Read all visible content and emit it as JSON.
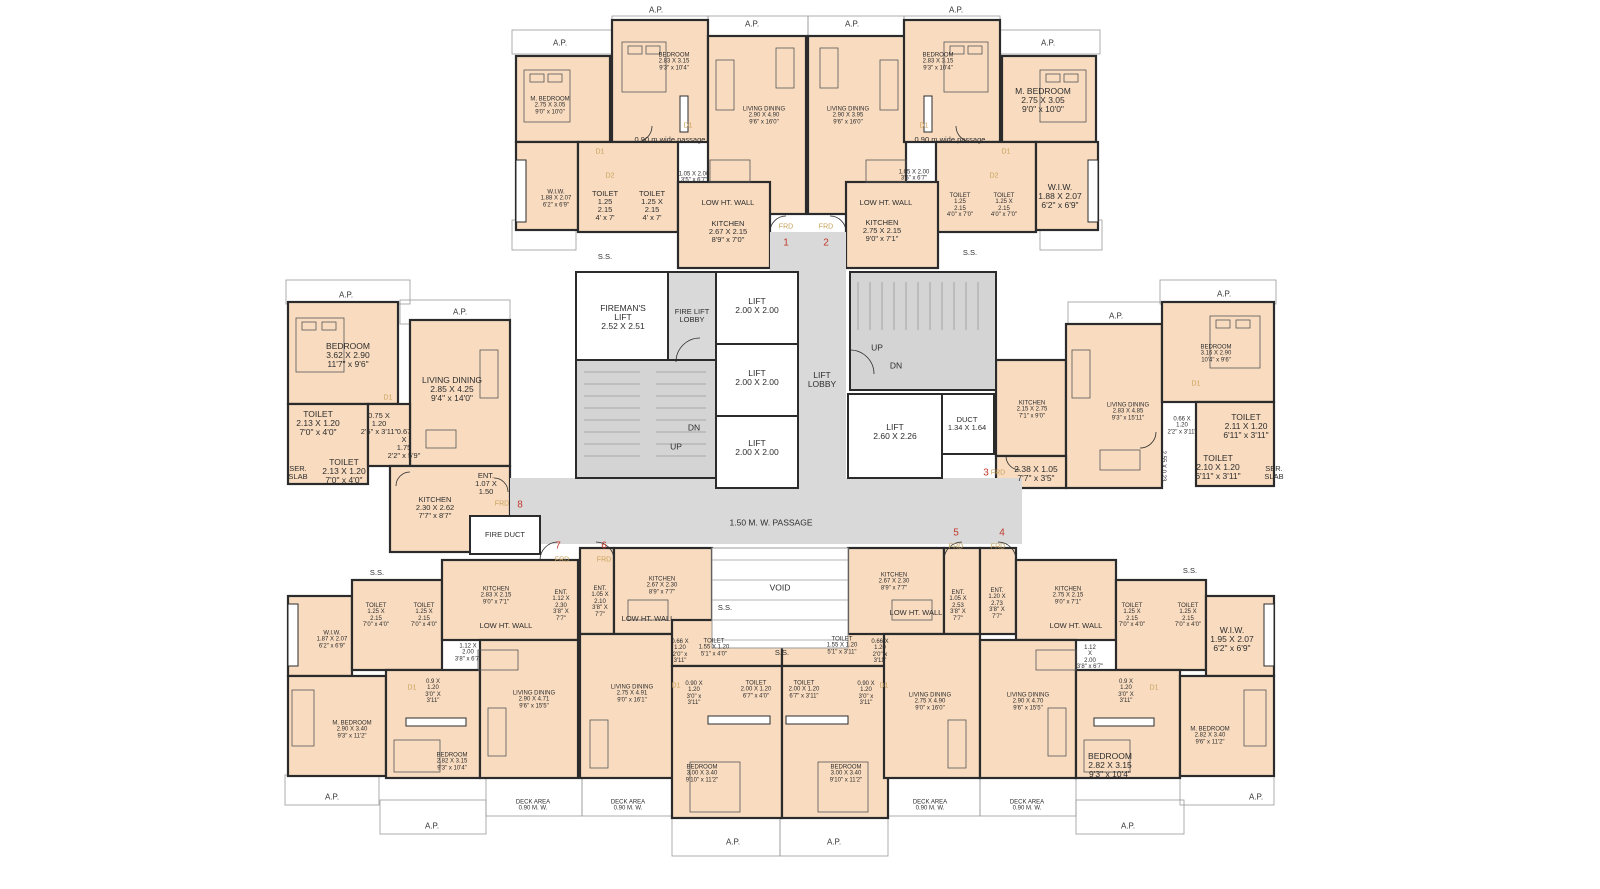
{
  "colors": {
    "unit_fill": "#f9dcc0",
    "core_fill": "#d9d9d9",
    "wall": "#2b2b2b",
    "door_label": "#c8a15a",
    "entry_number": "#c0392b"
  },
  "core": {
    "fireman_lift": "FIREMAN'S\nLIFT\n2.52 X 2.51",
    "fire_lift_lobby": "FIRE LIFT\nLOBBY",
    "lift_a": "LIFT\n2.00 X 2.00",
    "lift_b": "LIFT\n2.00 X 2.00",
    "lift_c": "LIFT\n2.00 X 2.00",
    "lift_d": "LIFT\n2.60 X 2.26",
    "lift_lobby": "LIFT\nLOBBY",
    "duct": "DUCT\n1.34 X 1.64",
    "passage": "1.50 M. W. PASSAGE",
    "fire_duct": "FIRE DUCT",
    "void": "VOID",
    "up": "UP",
    "dn": "DN"
  },
  "entries": [
    "1",
    "2",
    "3",
    "4",
    "5",
    "6",
    "7",
    "8"
  ],
  "door_tags": {
    "frd": "FRD",
    "d1": "D1",
    "d2": "D2"
  },
  "common": {
    "ap": "A.P.",
    "ss": "S.S.",
    "ser_slab": "SER.\nSLAB",
    "deck_area": "DECK AREA\n0.90 M. W.",
    "passage_090": "0.90 m wide passage",
    "low_ht_wall": "LOW HT. WALL"
  },
  "rooms": {
    "t1_bedroom": "BEDROOM\n2.83 X 3.15\n9'3\" x 10'4\"",
    "t1_mbedroom": "M. BEDROOM\n2.75 X 3.05\n9'0\" x 10'0\"",
    "t1_living": "LIVING DINING\n2.90 X 4.90\n9'6\" x 16'0\"",
    "t1_wiw": "W.I.W.\n1.88 X 2.07\n6'2\" x 6'9\"",
    "t1_toilet1": "TOILET\n1.25\n2.15\n4' x 7'",
    "t1_toilet2": "TOILET\n1.25 X\n2.15\n4' x 7'",
    "t1_dim": "1.05 X 2.00\n3'5\" x 6'7\"",
    "t1_kitchen": "KITCHEN\n2.67 X 2.15\n8'9\" x 7'0\"",
    "t2_bedroom": "BEDROOM\n2.83 X 3.15\n9'3\" x 10'4\"",
    "t2_mbedroom": "M. BEDROOM\n2.75 X 3.05\n9'0\" x 10'0\"",
    "t2_living": "LIVING DINING\n2.90 X 3.95\n9'6\" x 16'0\"",
    "t2_wiw": "W.I.W.\n1.88 X 2.07\n6'2\" x 6'9\"",
    "t2_toilet1": "TOILET\n1.25\n2.15\n4'0\" x 7'0\"",
    "t2_toilet2": "TOILET\n1.25 X\n2.15\n4'0\" x 7'0\"",
    "t2_dim": "1.05 X 2.00\n3'5\" x 6'7\"",
    "t2_kitchen": "KITCHEN\n2.75 X 2.15\n9'0\" x 7'1\"",
    "w_bedroom": "BEDROOM\n3.62 X 2.90\n11'7\" x 9'6\"",
    "w_living": "LIVING DINING\n2.85 X 4.25\n9'4\" x 14'0\"",
    "w_toilet1": "TOILET\n2.13 X 1.20\n7'0\" x 4'0\"",
    "w_toilet2": "TOILET\n2.13 X 1.20\n7'0\" x 4'0\"",
    "w_dim1": "0.75 X\n1.20\n2'5\" x 3'11\"",
    "w_dim2": "0.67\nX\n1.75\n2'2\" x 5'9\"",
    "w_ent": "ENT.\n1.07 X\n1.50",
    "w_kitchen": "KITCHEN\n2.30 X 2.62\n7'7\" x 8'7\"",
    "e_kitchen": "KITCHEN\n2.15 X 2.75\n7'1\" x 9'0\"",
    "e_living": "LIVING DINING\n2.83 X 4.85\n9'3\" x 15'11\"",
    "e_bedroom": "BEDROOM\n3.16 X 2.90\n10'4\" x 9'6\"",
    "e_toilet1": "TOILET\n2.11 X 1.20\n6'11\" x 3'11\"",
    "e_toilet2": "TOILET\n2.10 X 1.20\n6'11\" x 3'11\"",
    "e_ent": "2.38 X 1.05\n7'7\" x 3'5\"",
    "e_dim1": "0.66 X\n1.20\n2'2\" x 3'11\"",
    "e_dim2": "2.55 X 0.23",
    "b1_wiw": "W.I.W.\n1.87 X 2.07\n6'2\" x 6'9\"",
    "b1_toilet1": "TOILET\n1.25 X\n2.15\n7'0\" x 4'0\"",
    "b1_toilet2": "TOILET\n1.25 X\n2.15\n7'0\" x 4'0\"",
    "b1_kitchen": "KITCHEN\n2.83 X 2.15\n9'0\" x 7'1\"",
    "b1_ent": "ENT.\n1.12 X\n2.30\n3'8\" X\n7'7\"",
    "b1_dim": "1.12 X\n2.00\n3'8\" x 6'7\"",
    "b1_living": "LIVING DINING\n2.90 X 4.71\n9'6\" x 15'5\"",
    "b1_mbedroom": "M. BEDROOM\n2.90 X 3.40\n9'3\" x 11'2\"",
    "b1_bedroom": "BEDROOM\n2.82 X 3.15\n9'3\" x 10'4\"",
    "b1_dim2": "0.9 X\n1.20\n3'0\" X\n3'11\"",
    "b2_ent": "ENT.\n1.05 X\n2.10\n3'8\" X\n7'7\"",
    "b2_kitchen": "KITCHEN\n2.67 X 2.30\n8'9\" x 7'7\"",
    "b2_toilet1": "TOILET\n1.55 X 1.20\n5'1\" x 4'0\"",
    "b2_toilet2": "TOILET\n2.00 X 1.20\n6'7\" x 4'0\"",
    "b2_living": "LIVING DINING\n2.75 X 4.91\n9'0\" x 16'1\"",
    "b2_bedroom": "BEDROOM\n3.00 X 3.40\n9'10\" x 11'2\"",
    "b2_dim1": "0.66 X\n1.20\n2'0\" x\n3'11\"",
    "b2_dim2": "0.90 X\n1.20\n3'0\" x\n3'11\"",
    "b3_kitchen": "KITCHEN\n2.67 X 2.30\n8'9\" x 7'7\"",
    "b3_ent": "ENT.\n1.05 X\n2.53\n3'8\" X\n7'7\"",
    "b3_toilet1": "TOILET\n1.55 X 1.20\n5'1\" x 3'11\"",
    "b3_toilet2": "TOILET\n2.00 X 1.20\n6'7\" x 3'11\"",
    "b3_living": "LIVING DINING\n2.75 X 4.90\n9'0\" x 16'0\"",
    "b3_bedroom": "BEDROOM\n3.00 X 3.40\n9'10\" x 11'2\"",
    "b3_dim1": "0.66 X\n1.20\n2'0\" x\n3'11\"",
    "b3_dim2": "0.90 X\n1.20\n3'0\" x\n3'11\"",
    "b4_ent": "ENT.\n1.20 X\n2.73\n3'8\" X\n7'7\"",
    "b4_kitchen": "KITCHEN\n2.75 X 2.15\n9'0\" x 7'1\"",
    "b4_dim": "1.12\nX\n2.00\n3'8\" x 6'7\"",
    "b4_living": "LIVING DINING\n2.90 X 4.70\n9'6\" x 15'5\"",
    "b4_toilet1": "TOILET\n1.25 X\n2.15\n7'0\" x 4'0\"",
    "b4_toilet2": "TOILET\n1.25 X\n2.15\n7'0\" x 4'0\"",
    "b4_wiw": "W.I.W.\n1.95 X 2.07\n6'2\" x 6'9\"",
    "b4_mbedroom": "M. BEDROOM\n2.82 X 3.40\n9'6\" x 11'2\"",
    "b4_bedroom": "BEDROOM\n2.82 X 3.15\n9'3\" x 10'4\"",
    "b4_dim2": "0.9 X\n1.20\n3'0\" X\n3'11\""
  }
}
